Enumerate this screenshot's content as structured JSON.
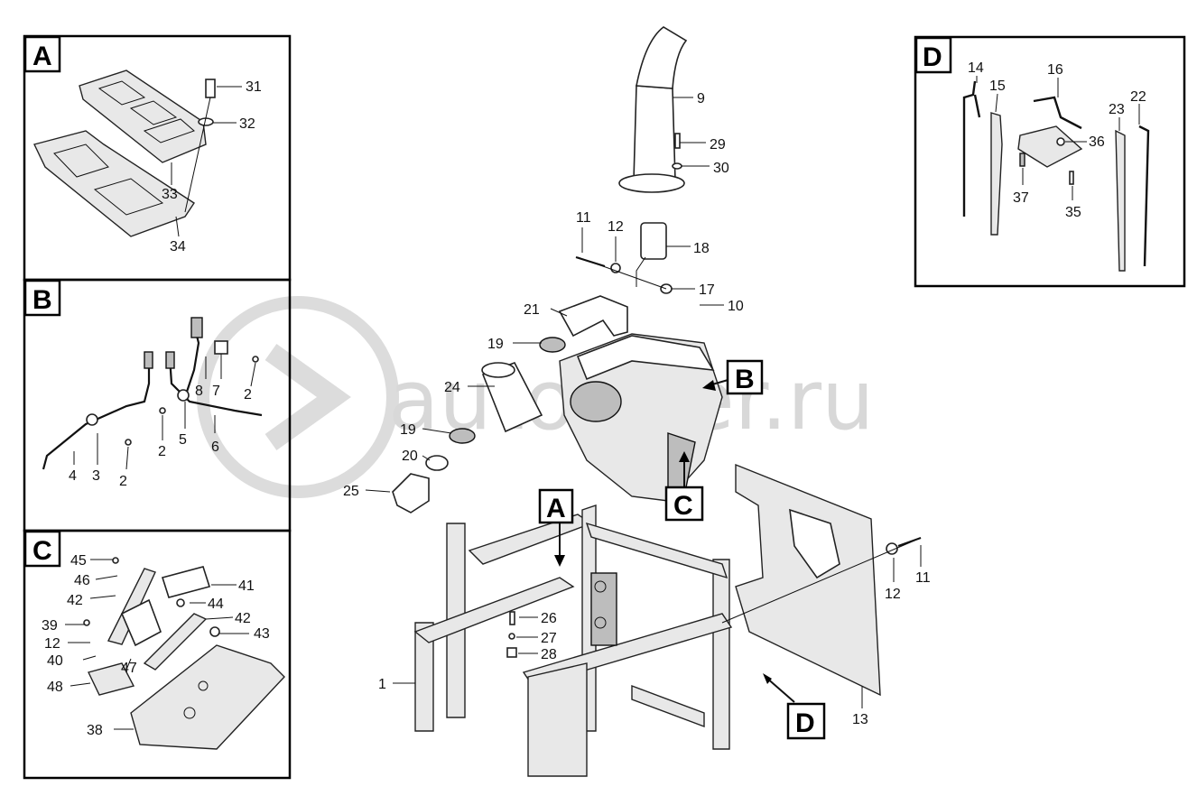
{
  "watermark": {
    "text": "autopiter.ru"
  },
  "detail_views": [
    {
      "id": "A",
      "letter": "A"
    },
    {
      "id": "B",
      "letter": "B"
    },
    {
      "id": "C",
      "letter": "C"
    },
    {
      "id": "D",
      "letter": "D"
    }
  ],
  "view_tags": [
    {
      "id": "tagA",
      "letter": "A"
    },
    {
      "id": "tagB",
      "letter": "B"
    },
    {
      "id": "tagC",
      "letter": "C"
    },
    {
      "id": "tagD",
      "letter": "D"
    }
  ],
  "callouts": {
    "a31": "31",
    "a32": "32",
    "a33": "33",
    "a34": "34",
    "b8": "8",
    "b7": "7",
    "b2a": "2",
    "b2b": "2",
    "b5": "5",
    "b6": "6",
    "b4": "4",
    "b3": "3",
    "b2c": "2",
    "c45": "45",
    "c46": "46",
    "c42a": "42",
    "c41": "41",
    "c44": "44",
    "c42b": "42",
    "c39": "39",
    "c43": "43",
    "c12": "12",
    "c40": "40",
    "c47": "47",
    "c48": "48",
    "c38": "38",
    "d14": "14",
    "d15": "15",
    "d16": "16",
    "d22": "22",
    "d23": "23",
    "d36": "36",
    "d37": "37",
    "d35": "35",
    "m9": "9",
    "m29": "29",
    "m30": "30",
    "m11a": "11",
    "m12a": "12",
    "m18": "18",
    "m17": "17",
    "m10": "10",
    "m21": "21",
    "m19a": "19",
    "m24": "24",
    "m19b": "19",
    "m20": "20",
    "m25": "25",
    "m26": "26",
    "m27": "27",
    "m28": "28",
    "m1": "1",
    "m12b": "12",
    "m11b": "11",
    "m13": "13"
  }
}
